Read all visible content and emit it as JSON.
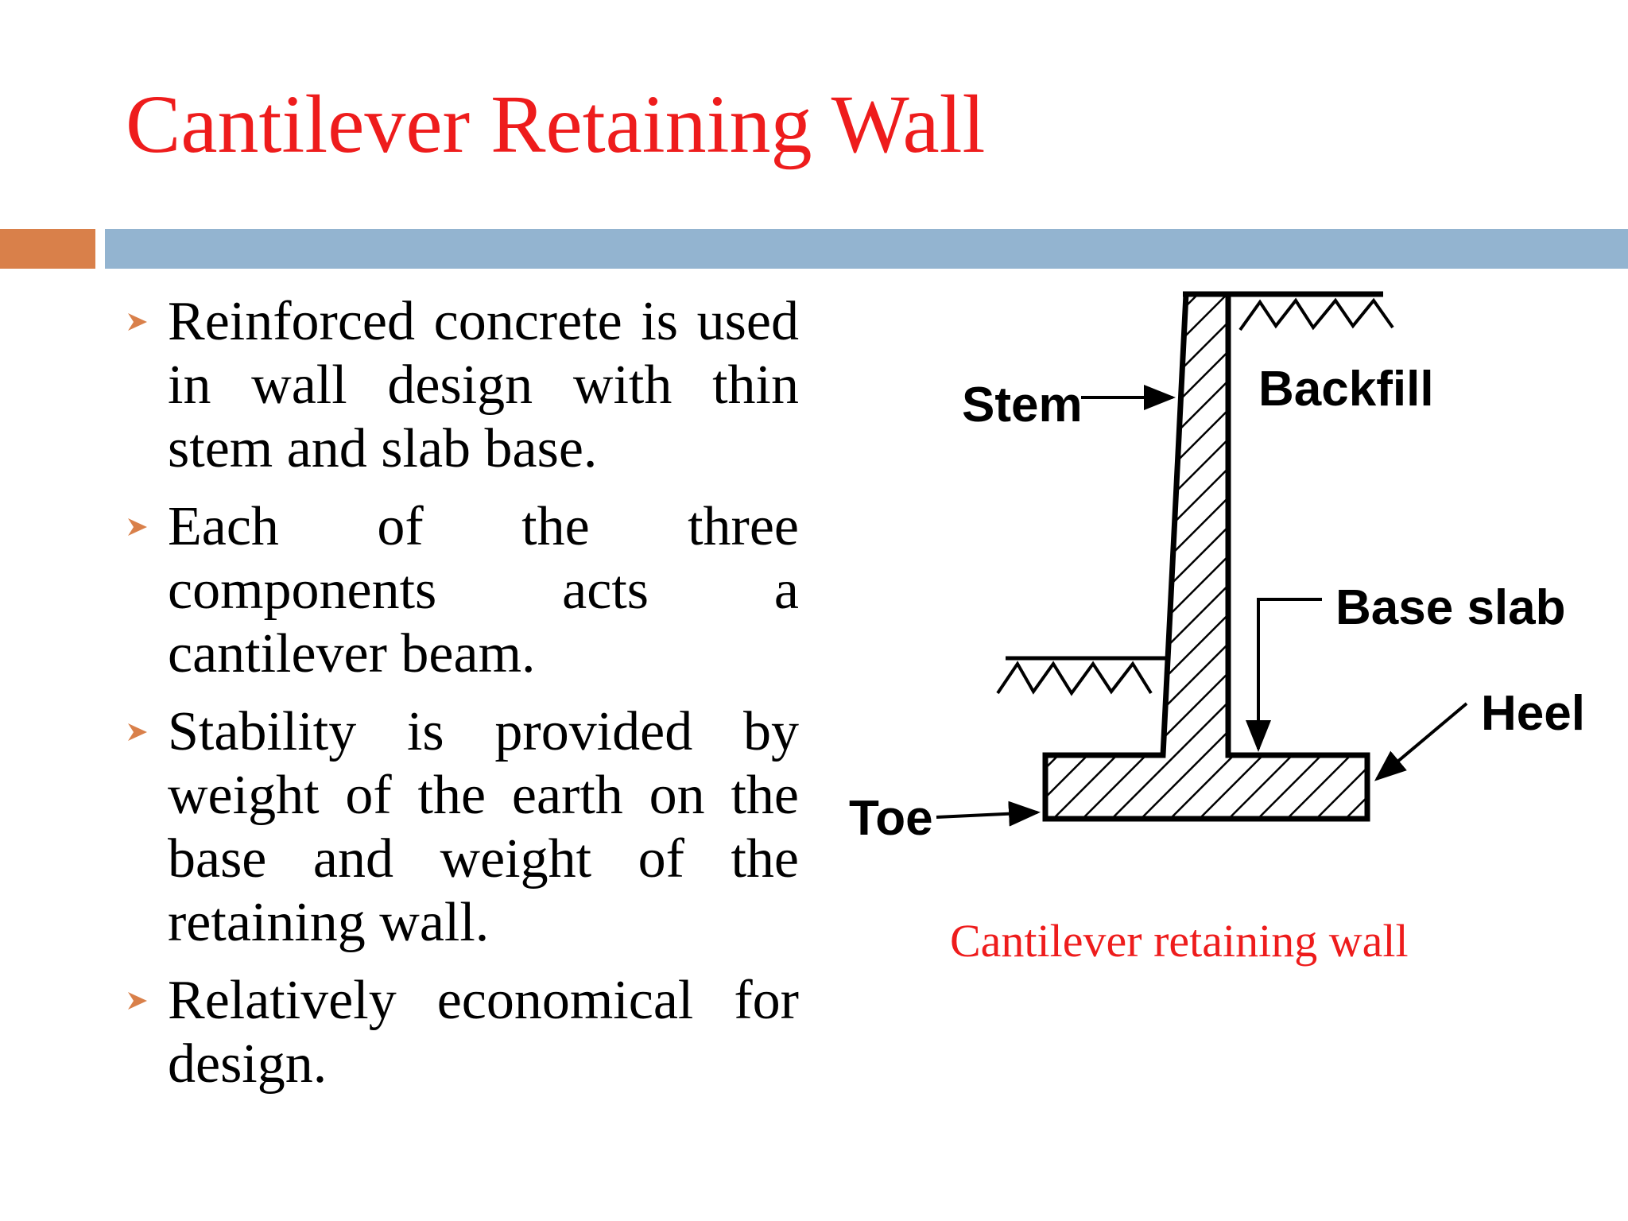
{
  "slide": {
    "title": "Cantilever Retaining Wall",
    "title_color": "#ee1c1c",
    "accent_color": "#d9804a",
    "bar_color": "#93b4d0",
    "bullet_color": "#d9804a"
  },
  "bullets": [
    "Reinforced concrete is used in wall design with thin stem and slab base.",
    "Each of the three components acts a cantilever beam.",
    "Stability is provided by weight of the earth on the base and weight of the retaining wall.",
    "Relatively economical for design."
  ],
  "diagram": {
    "labels": {
      "stem": "Stem",
      "backfill": "Backfill",
      "base_slab": "Base slab",
      "heel": "Heel",
      "toe": "Toe"
    },
    "caption": "Cantilever retaining wall",
    "caption_color": "#ee1c1c"
  }
}
